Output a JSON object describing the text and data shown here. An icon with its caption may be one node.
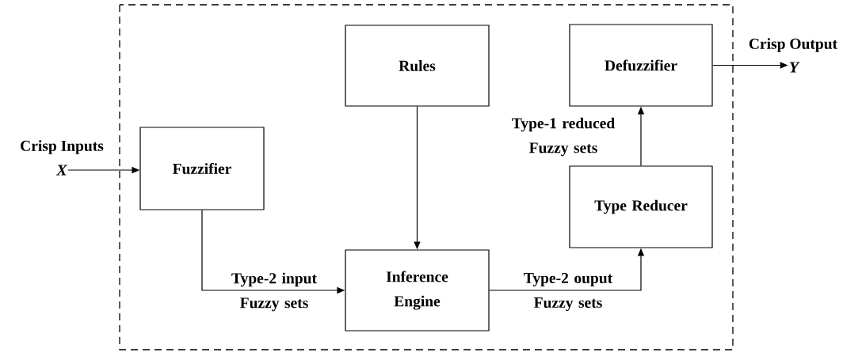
{
  "diagram": {
    "nodes": [
      {
        "text": [
          "Crisp Inputs",
          "X"
        ]
      },
      {
        "text": [
          "Fuzzifier"
        ]
      },
      {
        "text": [
          "Rules"
        ]
      },
      {
        "text": [
          "Inference Engine"
        ]
      },
      {
        "text": [
          "Type Reducer"
        ]
      },
      {
        "text": [
          "Defuzzifier"
        ]
      },
      {
        "text": [
          "Crisp Output",
          "Y"
        ]
      }
    ],
    "edges": [
      {
        "from": 0,
        "to": 1,
        "arrow": "to"
      },
      {
        "from": 1,
        "to": 3,
        "arrow": "to",
        "label": "Type-2 input Fuzzy sets"
      },
      {
        "from": 2,
        "to": 3,
        "arrow": "to"
      },
      {
        "from": 3,
        "to": 4,
        "arrow": "to",
        "label": "Type-2 ouput Fuzzy sets"
      },
      {
        "from": 4,
        "to": 5,
        "arrow": "to",
        "label": "Type-1 reduced Fuzzy sets"
      },
      {
        "from": 5,
        "to": 6,
        "arrow": "to"
      }
    ]
  }
}
